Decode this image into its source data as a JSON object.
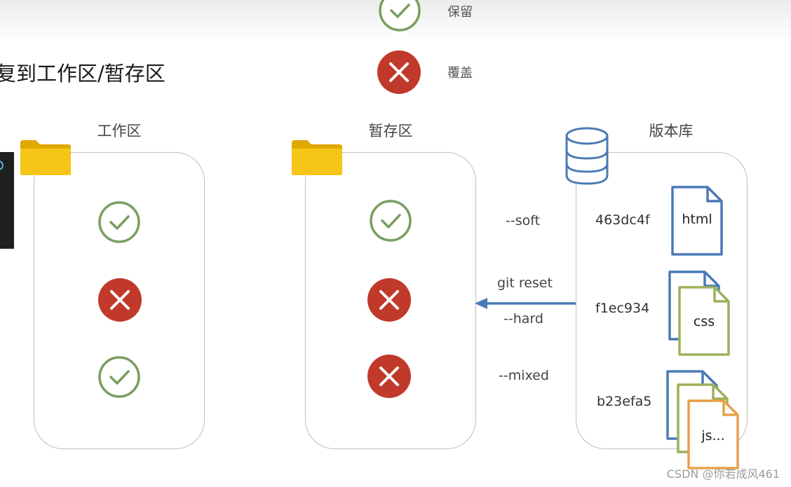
{
  "title": "复到工作区/暂存区",
  "legend": {
    "keep_label": "保留",
    "overwrite_label": "覆盖"
  },
  "columns": {
    "workspace": "工作区",
    "staging": "暂存区",
    "repository": "版本库"
  },
  "commands": {
    "soft": "--soft",
    "reset": "git reset",
    "hard": "--hard",
    "mixed": "--mixed"
  },
  "commits": [
    {
      "hash": "463dc4f",
      "files": [
        "html"
      ]
    },
    {
      "hash": "f1ec934",
      "files": [
        "html",
        "css"
      ]
    },
    {
      "hash": "b23efa5",
      "files": [
        "html",
        "css",
        "js..."
      ]
    }
  ],
  "workspace_states": [
    "keep",
    "overwrite",
    "keep"
  ],
  "staging_states": [
    "keep",
    "overwrite",
    "overwrite"
  ],
  "watermark": "CSDN @你若成风461",
  "colors": {
    "keep": "#7a9e5f",
    "overwrite": "#c0392b",
    "arrow": "#4a7ab5",
    "file_html": "#4a7ab5",
    "file_css": "#9bb25a",
    "file_js": "#e8a04a",
    "folder": "#f5c518"
  }
}
